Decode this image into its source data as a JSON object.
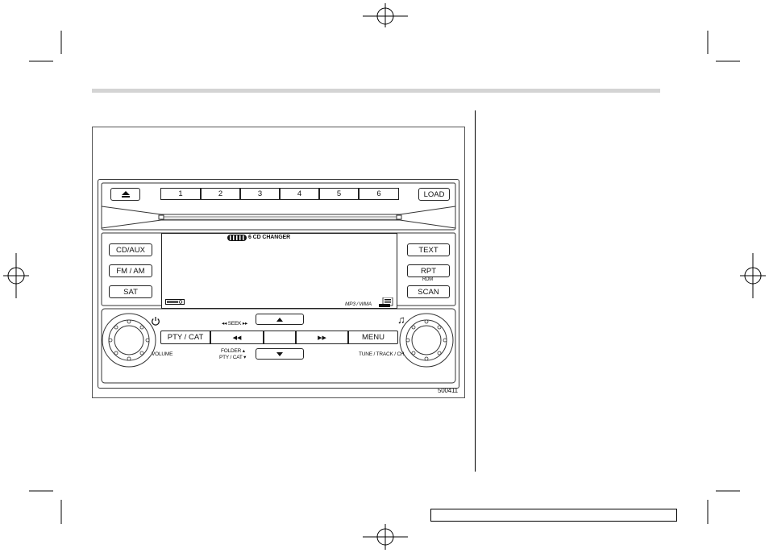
{
  "figure": {
    "number": "500411"
  },
  "radio": {
    "eject_icon": "eject-icon",
    "presets": [
      "1",
      "2",
      "3",
      "4",
      "5",
      "6"
    ],
    "load_label": "LOAD",
    "left_buttons": [
      "CD/AUX",
      "FM / AM",
      "SAT"
    ],
    "right_buttons": [
      "TEXT",
      "RPT",
      "SCAN"
    ],
    "rdm_label": "RDM",
    "display": {
      "changer_label": "6 CD CHANGER",
      "format_label": "MP3 / WMA"
    },
    "seek_label": "SEEK",
    "pty_cat_label": "PTY / CAT",
    "menu_label": "MENU",
    "folder_label": "FOLDER",
    "folder_pty_label": "PTY / CAT",
    "volume_label": "VOLUME",
    "tune_label": "TUNE / TRACK / CH",
    "power_icon": "power-icon",
    "music_icon": "music-note-icon"
  }
}
